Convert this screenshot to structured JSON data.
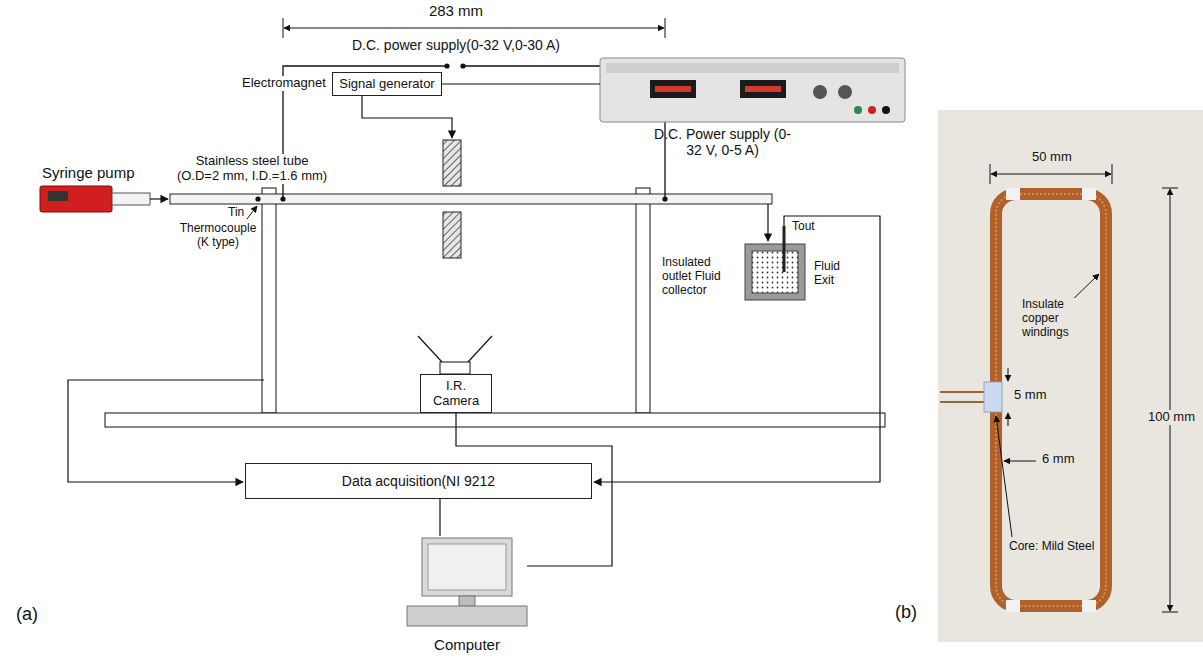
{
  "diagram": {
    "nodes": [
      {
        "text": [
          "Signal generator"
        ]
      },
      {
        "text": [
          "D.C. Power supply (0-32 V, 0-5 A)"
        ]
      },
      {
        "text": [
          "I.R. Camera"
        ]
      },
      {
        "text": [
          "Data acquisition(NI 9212"
        ]
      },
      {
        "text": [
          "Computer"
        ]
      }
    ],
    "edges": [
      {
        "from": 0,
        "to": 1,
        "arrow": "none"
      },
      {
        "from": 3,
        "to": 4,
        "arrow": "none"
      },
      {
        "from": 2,
        "to": 4,
        "arrow": "none"
      }
    ],
    "labels": [
      "283 mm",
      "D.C. power supply(0-32 V,0-30 A)",
      "Electromagnet",
      "Stainless steel tube (O.D=2 mm, I.D.=1.6 mm)",
      "Syringe pump",
      "Tin",
      "Thermocouple (K type)",
      "Tout",
      "Insulated outlet Fluid collector",
      "Fluid Exit",
      "(a)",
      "50 mm",
      "Insulate copper windings",
      "5 mm",
      "100 mm",
      "6 mm",
      "Core: Mild Steel",
      "(b)"
    ]
  }
}
